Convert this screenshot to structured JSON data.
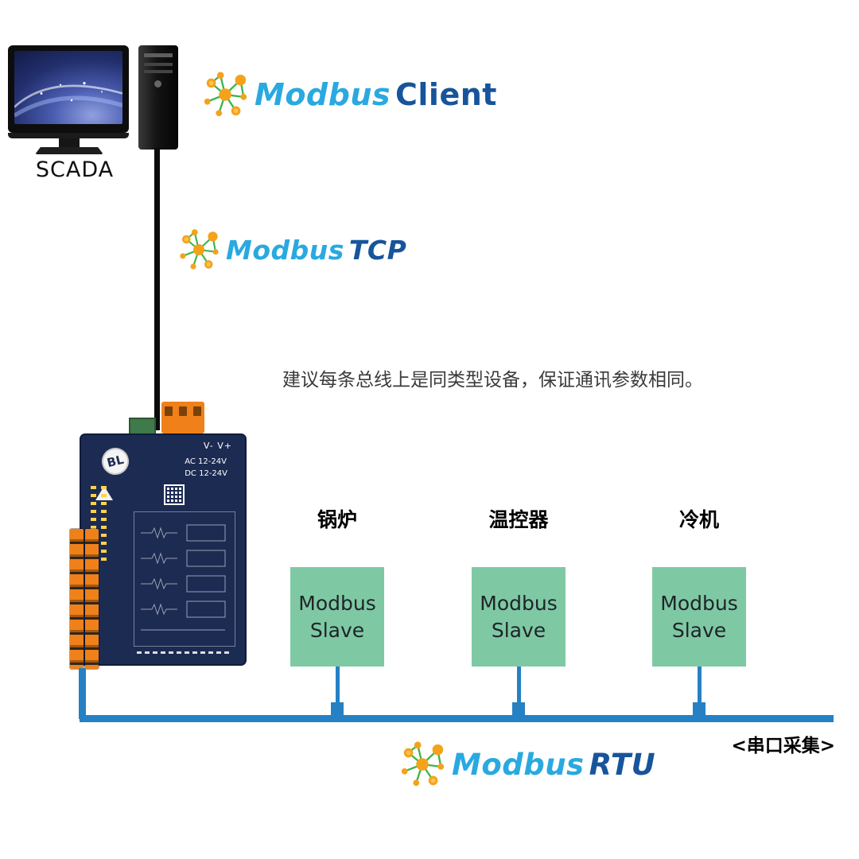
{
  "scada": {
    "label": "SCADA"
  },
  "note": "建议每条总线上是同类型设备，保证通讯参数相同。",
  "logos": {
    "client": {
      "brand": "Modbus",
      "suffix": "Client"
    },
    "tcp": {
      "brand": "Modbus",
      "suffix": "TCP"
    },
    "rtu": {
      "brand": "Modbus",
      "suffix": "RTU"
    }
  },
  "device": {
    "badge": "BL",
    "terminal_label": "V- V+",
    "power_line1": "AC 12-24V",
    "power_line2": "DC 12-24V"
  },
  "slaves": [
    {
      "title": "锅炉",
      "line1": "Modbus",
      "line2": "Slave"
    },
    {
      "title": "温控器",
      "line1": "Modbus",
      "line2": "Slave"
    },
    {
      "title": "冷机",
      "line1": "Modbus",
      "line2": "Slave"
    }
  ],
  "bus": {
    "label": "<串口采集>"
  },
  "icons": {
    "molecule": "modbus-molecule-icon"
  },
  "colors": {
    "bus_blue": "#2581c4",
    "box_green": "#7ec9a3",
    "brand_light_blue": "#29a9e0",
    "brand_dark_blue": "#17549b",
    "molecule_orange": "#f5a21b",
    "molecule_green": "#3ab54a",
    "device_navy": "#1c2b52",
    "connector_orange": "#f08019"
  }
}
